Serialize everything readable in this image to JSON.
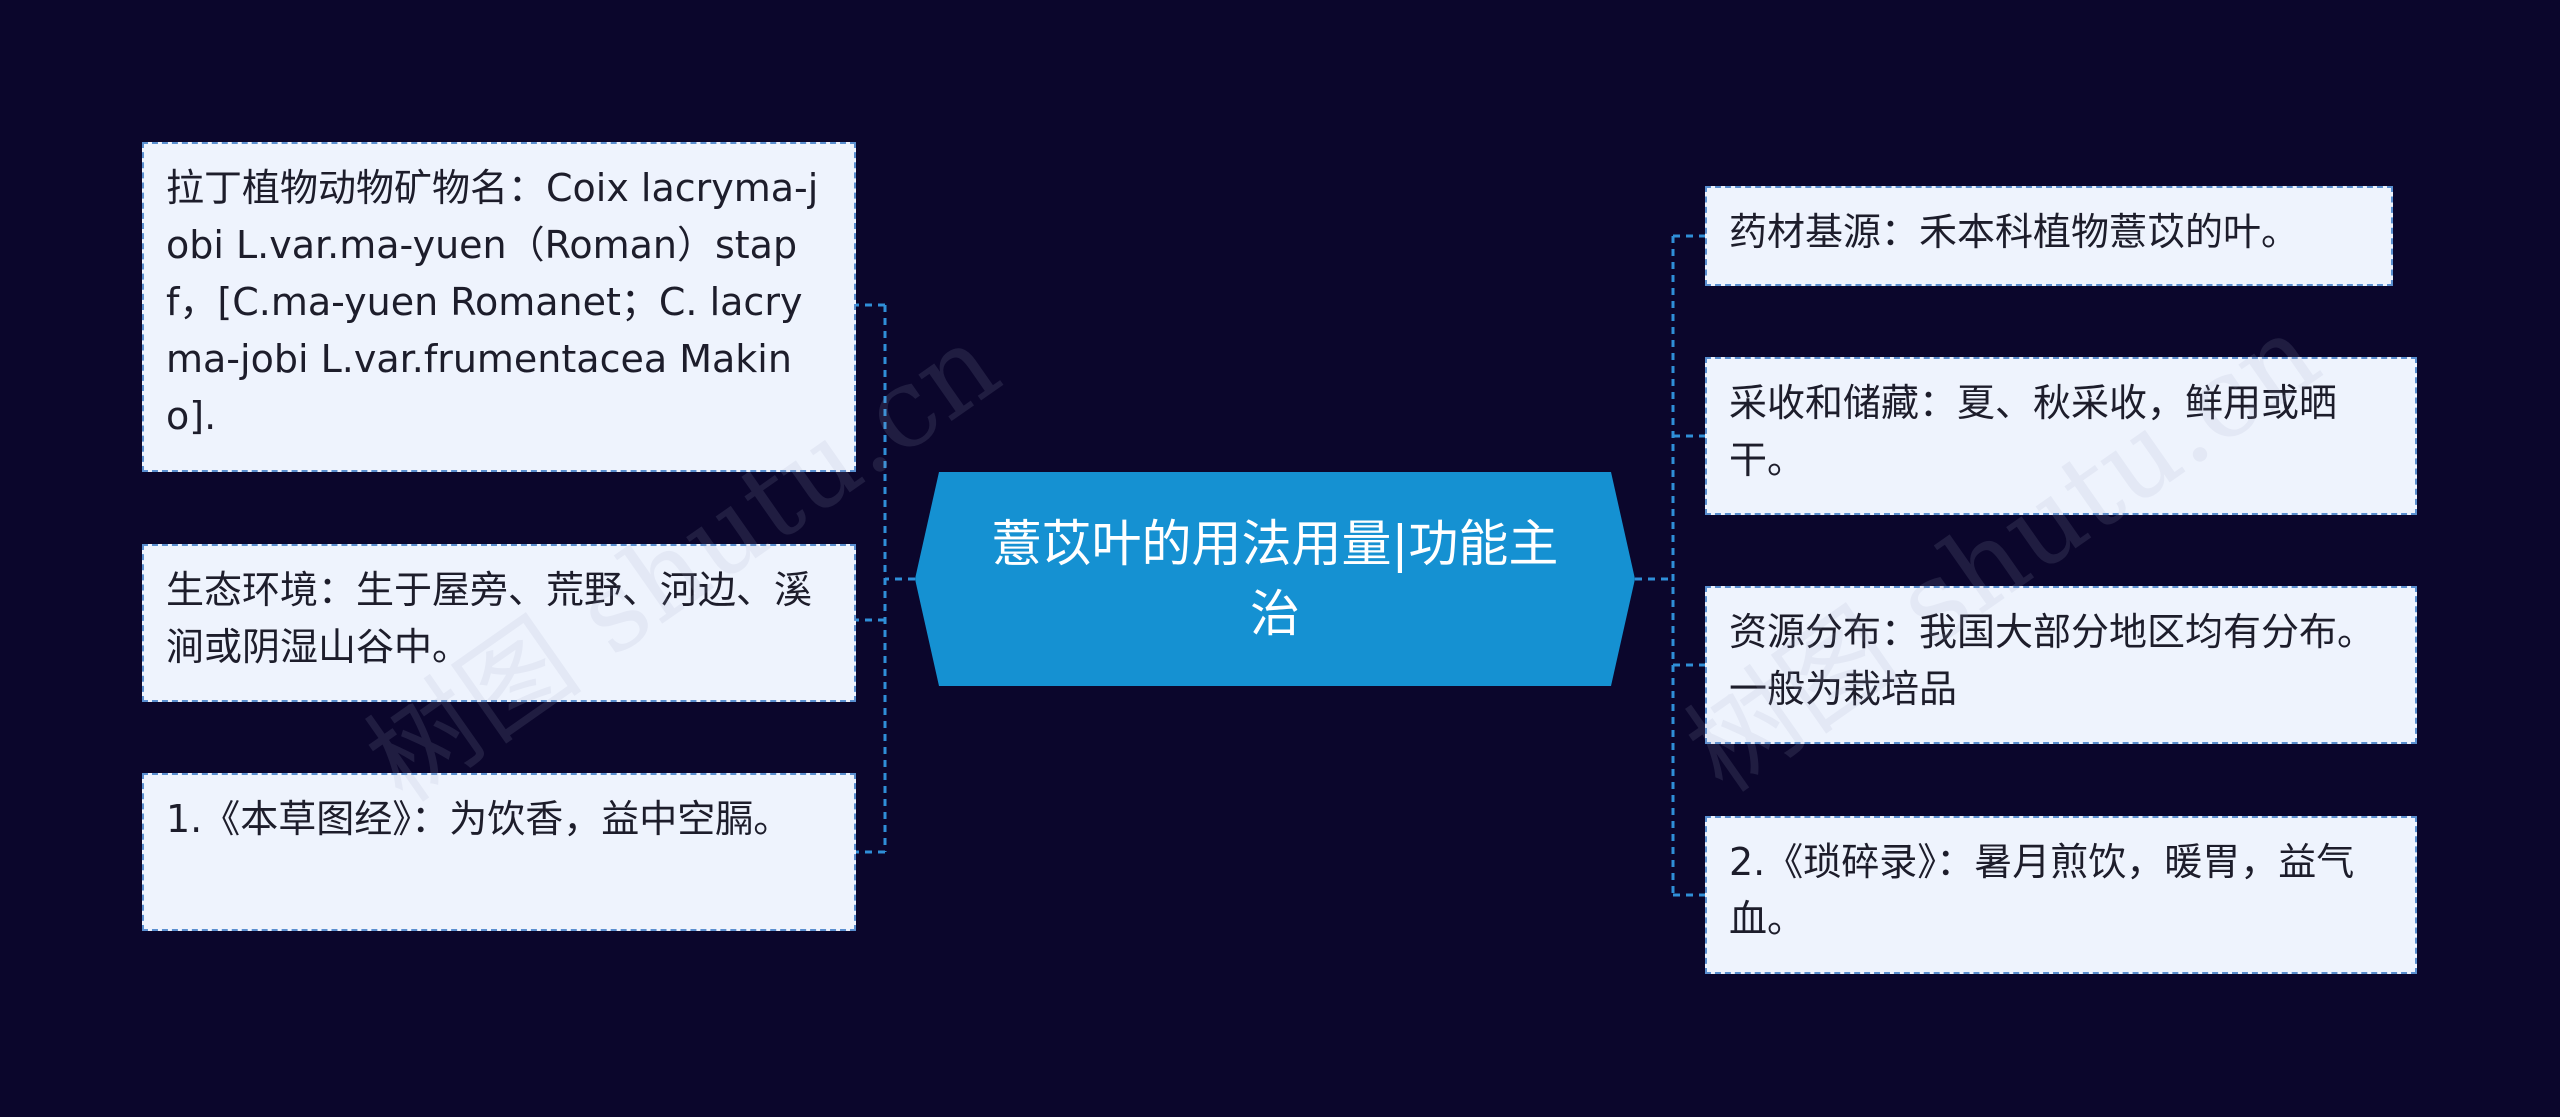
{
  "mindmap": {
    "central": "薏苡叶的用法用量|功能主治",
    "left_nodes": [
      "拉丁植物动物矿物名：Coix lacryma-jobi L.var.ma-yuen（Roman）stapf，[C.ma-yuen Romanet；C. lacryma-jobi L.var.frumentacea Makino].",
      "生态环境：生于屋旁、荒野、河边、溪涧或阴湿山谷中。",
      "1.《本草图经》：为饮香，益中空膈。"
    ],
    "right_nodes": [
      "药材基源：禾本科植物薏苡的叶。",
      "采收和储藏：夏、秋采收，鲜用或晒干。",
      "资源分布：我国大部分地区均有分布。一般为栽培品",
      "2.《琐碎录》：暑月煎饮，暖胃，益气血。"
    ]
  },
  "watermark": "树图 shutu.cn",
  "colors": {
    "background": "#0b062c",
    "central_fill": "#1591d2",
    "node_fill": "#eef3fd",
    "connector": "#2f8fd8"
  }
}
